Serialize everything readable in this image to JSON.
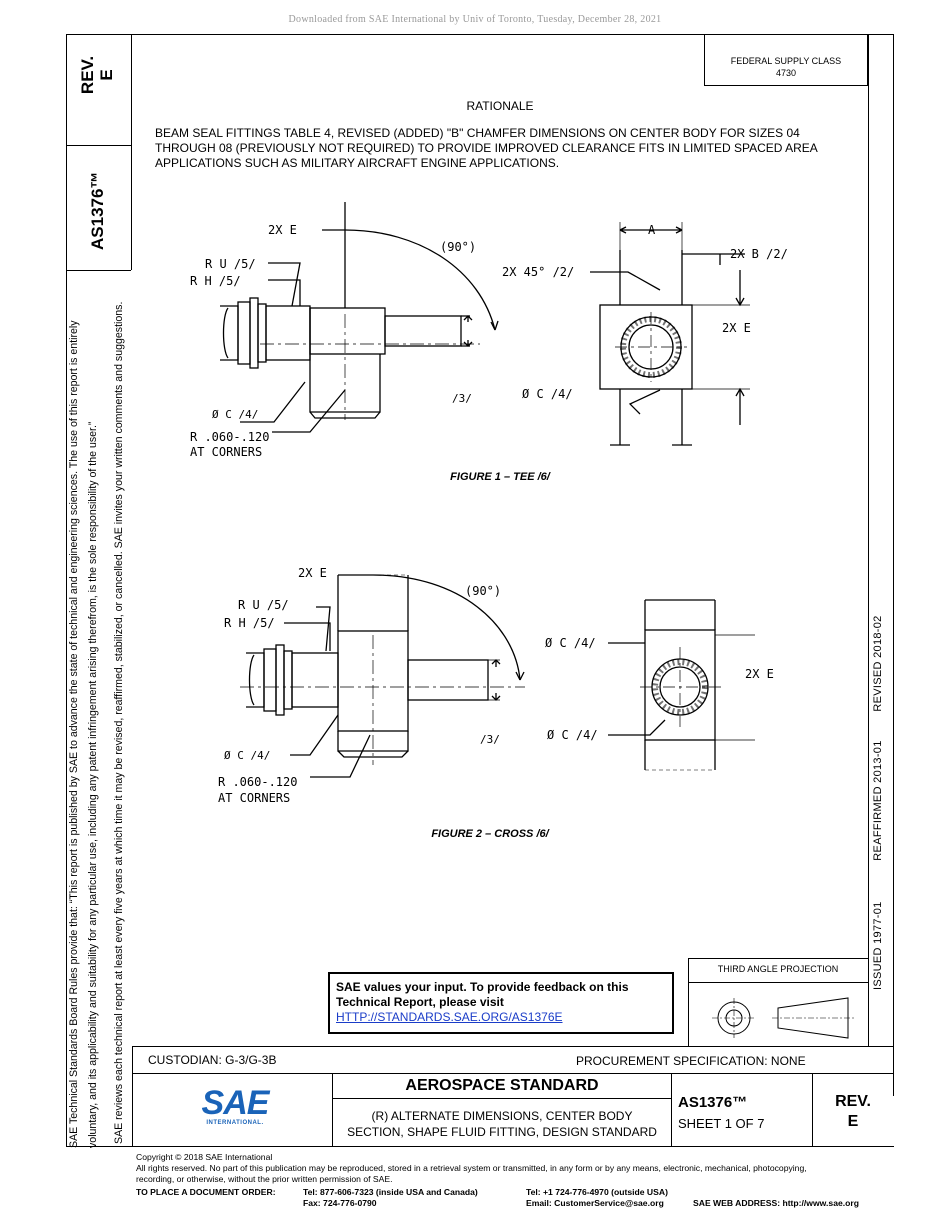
{
  "download_note": "Downloaded from SAE International by Univ of Toronto, Tuesday, December 28, 2021",
  "side": {
    "rev_label": "REV.",
    "rev_value": "E",
    "doc_number": "AS1376™",
    "note_line1": "SAE Technical Standards Board Rules provide that: “This report is published by SAE to advance the state of technical and engineering sciences. The use of this report is entirely",
    "note_line2": "voluntary, and its applicability and suitability for any particular use, including any patent infringement arising therefrom, is the sole responsibility of the user.”",
    "note_line3": "SAE reviews each technical report at least every five years at which time it may be revised, reaffirmed, stabilized, or cancelled. SAE invites your written comments and suggestions."
  },
  "right_vertical": {
    "issued": "ISSUED 1977-01",
    "reaffirmed": "REAFFIRMED 2013-01",
    "revised": "REVISED 2018-02"
  },
  "federal_supply": {
    "line1": "FEDERAL SUPPLY CLASS",
    "line2": "4730"
  },
  "rationale": {
    "title": "RATIONALE",
    "text": "BEAM SEAL FITTINGS TABLE 4, REVISED (ADDED) \"B\" CHAMFER DIMENSIONS ON CENTER BODY FOR SIZES 04 THROUGH 08 (PREVIOUSLY NOT REQUIRED) TO PROVIDE IMPROVED CLEARANCE FITS IN LIMITED SPACED AREA APPLICATIONS SUCH AS MILITARY AIRCRAFT ENGINE APPLICATIONS."
  },
  "figure1": {
    "caption": "FIGURE 1 – TEE /6/",
    "labels": {
      "twoxe_top": "2X E",
      "angle": "(90°)",
      "ru": "R U /5/",
      "rh": "R H /5/",
      "note3": "/3/",
      "dia_c": "Ø C /4/",
      "radius": "R .060-.120",
      "corners": "AT CORNERS",
      "a": "A",
      "twox45": "2X 45° /2/",
      "twoxb": "2X B /2/",
      "twoxe_side": "2X E",
      "dia_c_side": "Ø C /4/"
    }
  },
  "figure2": {
    "caption": "FIGURE 2 – CROSS /6/",
    "labels": {
      "twoxe_top": "2X E",
      "angle": "(90°)",
      "ru": "R U /5/",
      "rh": "R H /5/",
      "note3": "/3/",
      "dia_c": "Ø C /4/",
      "radius": "R .060-.120",
      "corners": "AT CORNERS",
      "dia_c_top": "Ø C /4/",
      "twoxe_side": "2X E",
      "dia_c_bottom": "Ø C /4/"
    }
  },
  "feedback": {
    "line1": "SAE values your input. To provide feedback on this",
    "line2": "Technical Report, please visit",
    "link": "HTTP://STANDARDS.SAE.ORG/AS1376E"
  },
  "third_angle": "THIRD ANGLE PROJECTION",
  "title_block": {
    "custodian": "CUSTODIAN: G-3/G-3B",
    "procurement": "PROCUREMENT SPECIFICATION: NONE",
    "standard_type": "AEROSPACE STANDARD",
    "description_line1": "(R) ALTERNATE DIMENSIONS, CENTER BODY",
    "description_line2": "SECTION, SHAPE FLUID FITTING, DESIGN STANDARD",
    "doc_number": "AS1376™",
    "sheet": "SHEET 1 OF 7",
    "rev_label": "REV.",
    "rev_value": "E",
    "logo_text": "SAE",
    "logo_sub": "INTERNATIONAL."
  },
  "footer": {
    "copyright": "Copyright © 2018 SAE International",
    "rights1": "All rights reserved. No part of this publication may be reproduced, stored in a retrieval system or transmitted, in any form or by any means, electronic, mechanical, photocopying,",
    "rights2": "recording, or otherwise, without the prior written permission of SAE.",
    "order_label": "TO PLACE A DOCUMENT ORDER:",
    "tel_usa": "Tel: 877-606-7323 (inside USA and Canada)",
    "fax": "Fax: 724-776-0790",
    "tel_outside": "Tel: +1 724-776-4970 (outside USA)",
    "email": "Email: CustomerService@sae.org",
    "web": "SAE WEB ADDRESS: http://www.sae.org"
  }
}
